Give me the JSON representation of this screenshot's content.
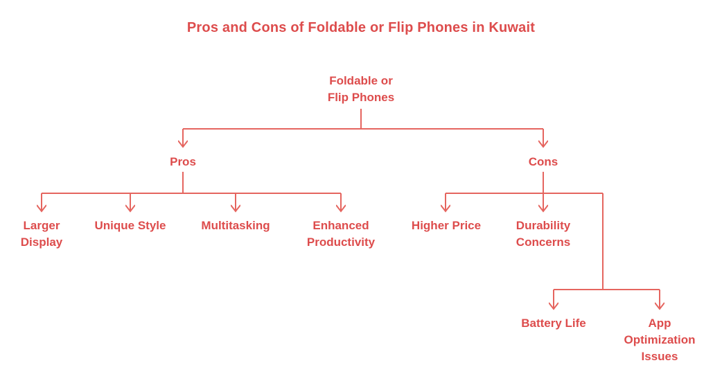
{
  "title": "Pros and Cons of Foldable or Flip Phones in Kuwait",
  "colors": {
    "accent_text": "#dd4c4c",
    "accent_line": "#e5655f",
    "background": "#ffffff"
  },
  "diagram": {
    "type": "flowchart-tree",
    "root_label": "Foldable or\nFlip Phones",
    "branches": [
      {
        "label": "Pros",
        "children": [
          {
            "label": "Larger\nDisplay"
          },
          {
            "label": "Unique Style"
          },
          {
            "label": "Multitasking"
          },
          {
            "label": "Enhanced\nProductivity"
          }
        ]
      },
      {
        "label": "Cons",
        "children": [
          {
            "label": "Higher Price"
          },
          {
            "label": "Durability\nConcerns"
          }
        ],
        "sub_children": [
          {
            "label": "Battery Life"
          },
          {
            "label": "App\nOptimization\nIssues"
          }
        ]
      }
    ]
  }
}
